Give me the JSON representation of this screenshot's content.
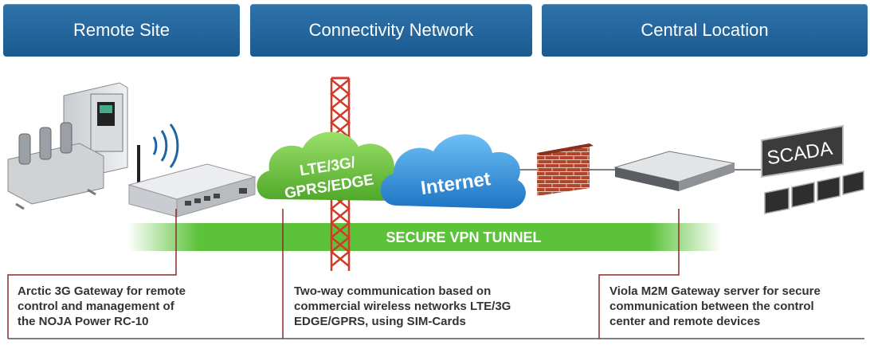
{
  "headers": {
    "remote": "Remote Site",
    "network": "Connectivity Network",
    "central": "Central Location"
  },
  "labels": {
    "cellular_line1": "LTE/3G/",
    "cellular_line2": "GPRS/EDGE",
    "internet": "Internet",
    "vpn": "SECURE VPN TUNNEL",
    "scada": "SCADA"
  },
  "captions": {
    "remote": [
      "Arctic 3G Gateway for remote",
      "control and management of",
      "the NOJA Power RC-10"
    ],
    "network": [
      "Two-way communication based on",
      "commercial wireless networks LTE/3G",
      "EDGE/GPRS, using SIM-Cards"
    ],
    "central": [
      "Viola M2M Gateway server for secure",
      "communication between the control",
      "center and remote devices"
    ]
  },
  "colors": {
    "header_blue": "#1f64a0",
    "tunnel_green": "#5cc23a",
    "cloud_green": "#6cc43c",
    "cloud_blue": "#2f90d8",
    "leader_red": "#8a2b2b"
  }
}
